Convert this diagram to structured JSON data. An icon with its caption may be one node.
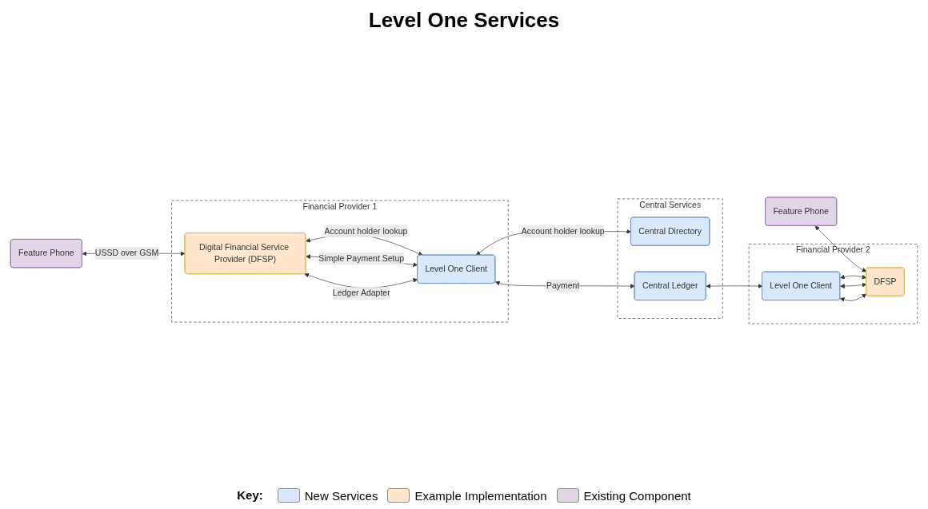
{
  "diagram": {
    "title": "Level One Services",
    "nodes": [
      {
        "text": [
          "Feature Phone"
        ]
      },
      {
        "text": [
          "Feature Phone"
        ]
      },
      {
        "text": [
          "Financial Provider 1"
        ]
      },
      {
        "text": [
          "Digital Financial Service Provider (DFSP)"
        ],
        "in": 2
      },
      {
        "text": [
          "Level One Client"
        ],
        "in": 2
      },
      {
        "text": [
          "Central Services"
        ]
      },
      {
        "text": [
          "Central Directory"
        ],
        "in": 5
      },
      {
        "text": [
          "Central Ledger"
        ],
        "in": 5
      },
      {
        "text": [
          "Financial Provider 2"
        ]
      },
      {
        "text": [
          "Level One Client"
        ],
        "in": 8
      },
      {
        "text": [
          "DFSP"
        ],
        "in": 8
      }
    ],
    "edges": [
      {
        "from": 0,
        "to": 3,
        "arrow": "both",
        "label": "USSD over GSM"
      },
      {
        "from": 1,
        "to": 10,
        "arrow": "both"
      },
      {
        "from": 3,
        "to": 4,
        "arrow": "both",
        "label": "Account holder lookup"
      },
      {
        "from": 3,
        "to": 4,
        "arrow": "both",
        "label": "Simple Payment Setup"
      },
      {
        "from": 3,
        "to": 4,
        "arrow": "both",
        "label": "Ledger Adapter"
      },
      {
        "from": 4,
        "to": 6,
        "arrow": "both",
        "label": "Account holder lookup"
      },
      {
        "from": 4,
        "to": 7,
        "arrow": "both",
        "label": "Payment"
      },
      {
        "from": 7,
        "to": 9,
        "arrow": "both"
      },
      {
        "from": 9,
        "to": 10,
        "arrow": "both"
      },
      {
        "from": 9,
        "to": 10,
        "arrow": "both"
      },
      {
        "from": 9,
        "to": 10,
        "arrow": "both"
      }
    ],
    "labels": [
      "Key:"
    ],
    "legend": [
      {
        "text": "New Services",
        "color": "#dae8fc"
      },
      {
        "text": "Example Implementation",
        "color": "#ffe6cc"
      },
      {
        "text": "Existing Component",
        "color": "#e1d5e7"
      }
    ]
  }
}
